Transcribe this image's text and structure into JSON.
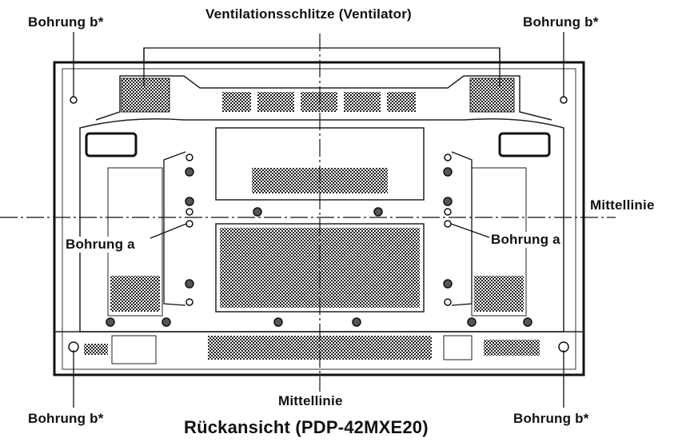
{
  "labels": {
    "top_left": "Bohrung b*",
    "top_center": "Ventilationsschlitze (Ventilator)",
    "top_right": "Bohrung b*",
    "mid_right": "Mittellinie",
    "hole_a_left": "Bohrung a",
    "hole_a_right": "Bohrung a",
    "bottom_center": "Mittellinie",
    "bottom_left": "Bohrung b*",
    "bottom_right": "Bohrung b*",
    "caption": "Rückansicht (PDP-42MXE20)"
  }
}
